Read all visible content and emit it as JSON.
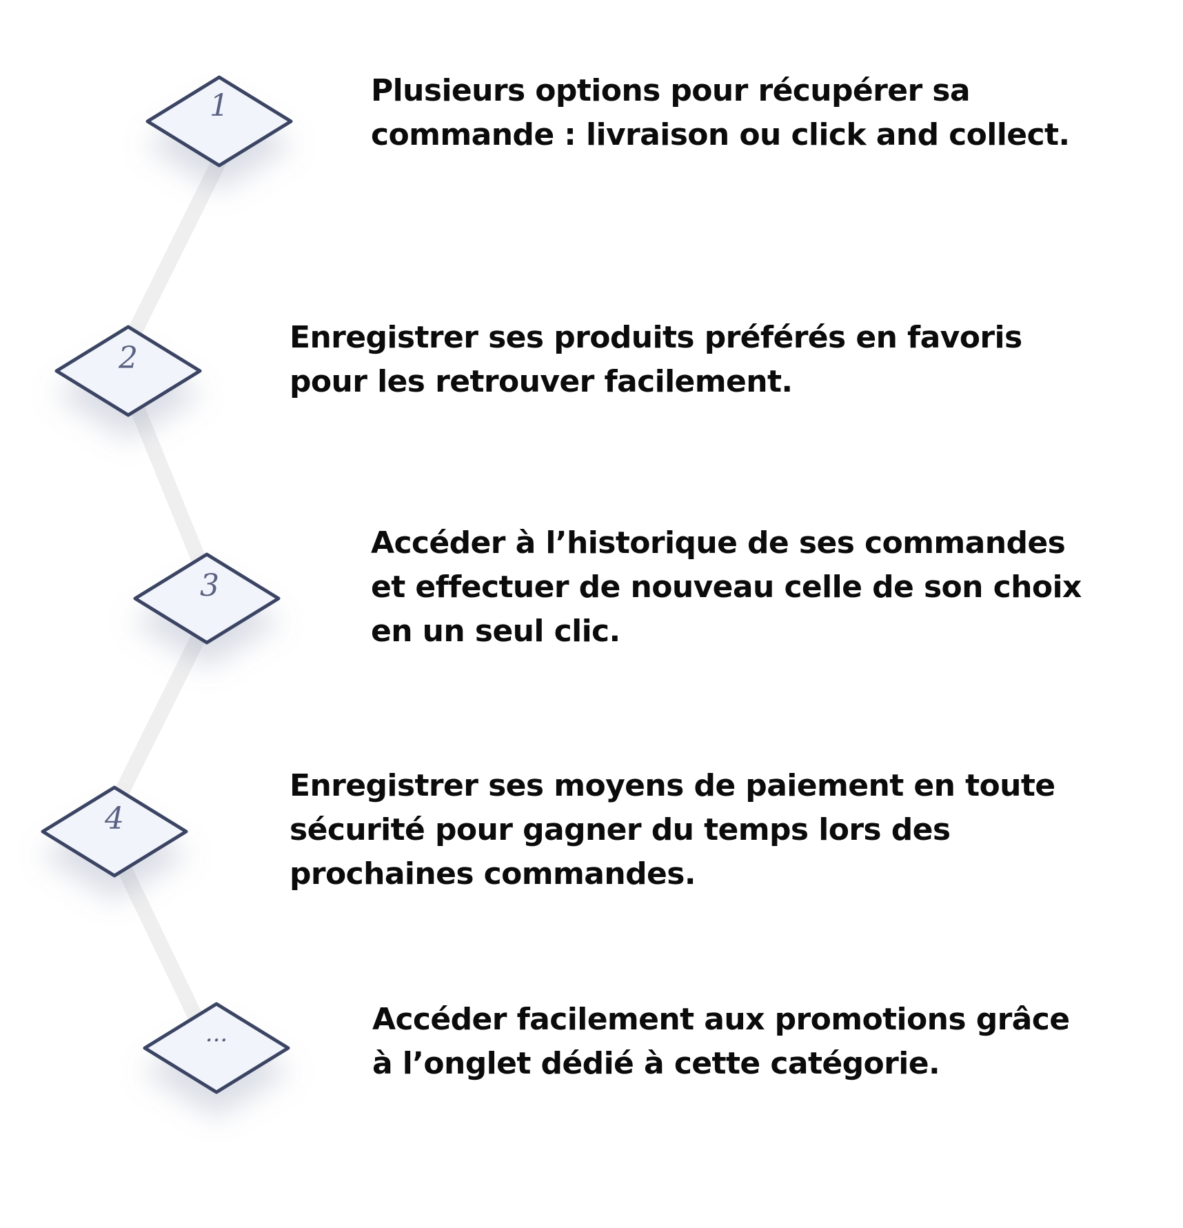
{
  "steps": [
    {
      "badge": "1",
      "lines": [
        "Plusieurs options pour récupérer sa",
        "commande : livraison ou click and collect."
      ]
    },
    {
      "badge": "2",
      "lines": [
        "Enregistrer ses produits préférés en favoris",
        "pour les retrouver facilement."
      ]
    },
    {
      "badge": "3",
      "lines": [
        "Accéder à l’historique de ses commandes",
        "et effectuer de nouveau celle de son choix",
        "en un seul clic."
      ]
    },
    {
      "badge": "4",
      "lines": [
        "Enregistrer ses moyens de paiement en toute",
        "sécurité pour gagner du temps lors des",
        "prochaines commandes."
      ]
    },
    {
      "badge": "...",
      "lines": [
        "Accéder facilement aux promotions grâce",
        "à l’onglet dédié à cette catégorie."
      ]
    }
  ],
  "colors": {
    "badge_face": "#f2f4fb",
    "badge_edge": "#3a4464",
    "connector": "#efefef",
    "text": "#0b0b0b"
  }
}
